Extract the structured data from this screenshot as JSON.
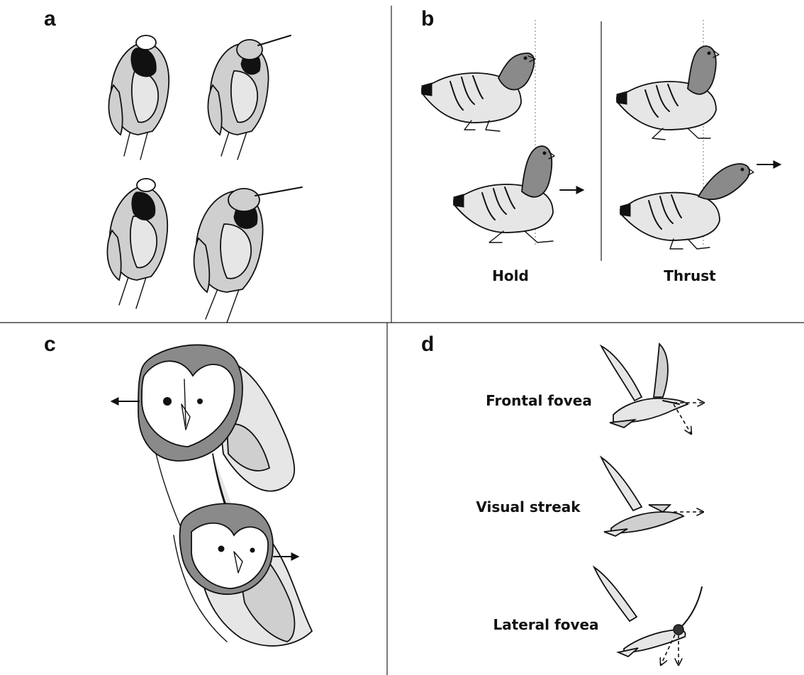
{
  "panels": {
    "a": {
      "letter": "a"
    },
    "b": {
      "letter": "b",
      "captions": {
        "hold": "Hold",
        "thrust": "Thrust"
      }
    },
    "c": {
      "letter": "c"
    },
    "d": {
      "letter": "d",
      "captions": {
        "frontal": "Frontal fovea",
        "streak": "Visual streak",
        "lateral": "Lateral fovea"
      }
    }
  }
}
